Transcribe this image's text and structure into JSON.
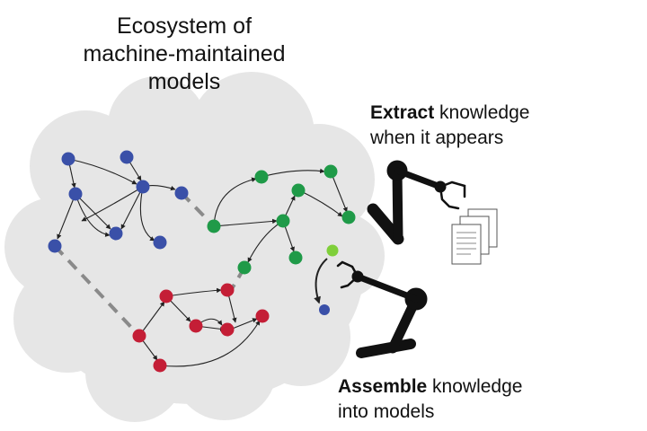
{
  "title": {
    "line1": "Ecosystem of",
    "line2": "machine-maintained",
    "line3": "models"
  },
  "extract_caption": {
    "bold": "Extract",
    "rest1": " knowledge",
    "line2": "when it appears"
  },
  "assemble_caption": {
    "bold": "Assemble",
    "rest1": " knowledge",
    "line2": "into models"
  },
  "colors": {
    "cloud": "#e6e6e6",
    "blue": "#3a50a8",
    "green": "#1f9a48",
    "light_green": "#7fcf3a",
    "red": "#c41e36",
    "dashed_link": "#8a8a8a",
    "robot": "#111111"
  }
}
